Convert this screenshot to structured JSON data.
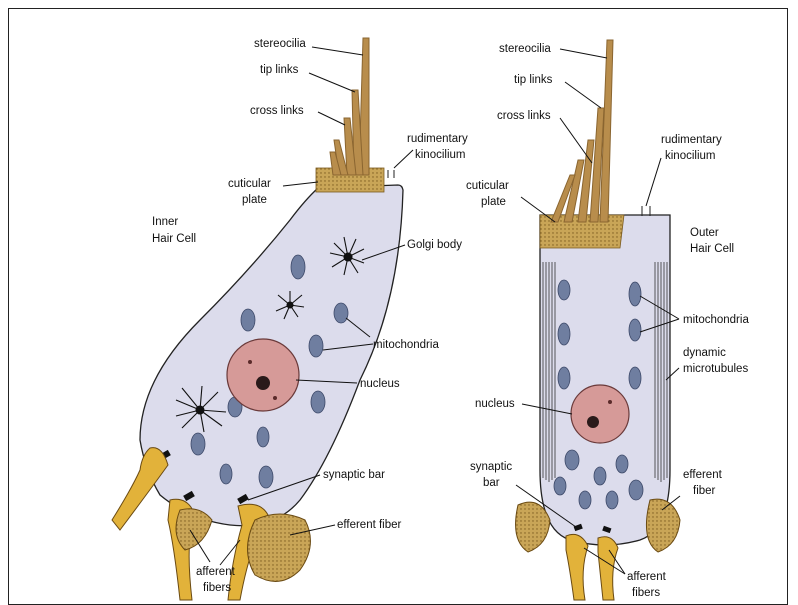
{
  "labels": {
    "inner_stereocilia": "stereocilia",
    "inner_tip_links": "tip links",
    "inner_cross_links": "cross links",
    "inner_rudimentary_1": "rudimentary",
    "inner_rudimentary_2": "kinocilium",
    "inner_cuticular_1": "cuticular",
    "inner_cuticular_2": "plate",
    "inner_cell_1": "Inner",
    "inner_cell_2": "Hair Cell",
    "golgi": "Golgi body",
    "inner_mito": "mitochondria",
    "inner_nucleus": "nucleus",
    "inner_synaptic": "synaptic bar",
    "inner_efferent": "efferent fiber",
    "inner_afferent_1": "afferent",
    "inner_afferent_2": "fibers",
    "outer_stereocilia": "stereocilia",
    "outer_tip_links": "tip links",
    "outer_cross_links": "cross links",
    "outer_rudimentary_1": "rudimentary",
    "outer_rudimentary_2": "kinocilium",
    "outer_cuticular_1": "cuticular",
    "outer_cuticular_2": "plate",
    "outer_cell_1": "Outer",
    "outer_cell_2": "Hair Cell",
    "outer_mito": "mitochondria",
    "outer_dyn_1": "dynamic",
    "outer_dyn_2": "microtubules",
    "outer_nucleus": "nucleus",
    "outer_synaptic_1": "synaptic",
    "outer_synaptic_2": "bar",
    "outer_efferent_1": "efferent",
    "outer_efferent_2": "fiber",
    "outer_afferent_1": "afferent",
    "outer_afferent_2": "fibers"
  },
  "colors": {
    "cytoplasm": "#dcdcec",
    "cuticular": "#c9a557",
    "stereocilia": "#b88d4c",
    "mitochondria": "#6f7ea0",
    "nucleus": "#d69a98",
    "fiber": "#e2b23a",
    "outline": "#222222"
  }
}
